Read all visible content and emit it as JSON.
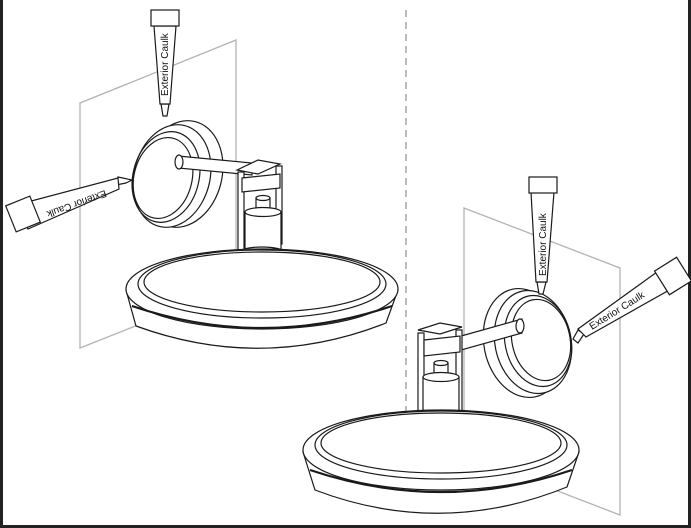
{
  "figure": {
    "left_panel": {
      "caulk_top_label": "Exterior Caulk",
      "caulk_left_label": "Exterior Caulk"
    },
    "right_panel": {
      "caulk_top_label": "Exterior Caulk",
      "caulk_right_label": "Exterior Caulk"
    }
  },
  "colors": {
    "line": "#1a1a1a",
    "wall": "#b3b3b3",
    "divider": "#999999",
    "frame": "#222222"
  }
}
